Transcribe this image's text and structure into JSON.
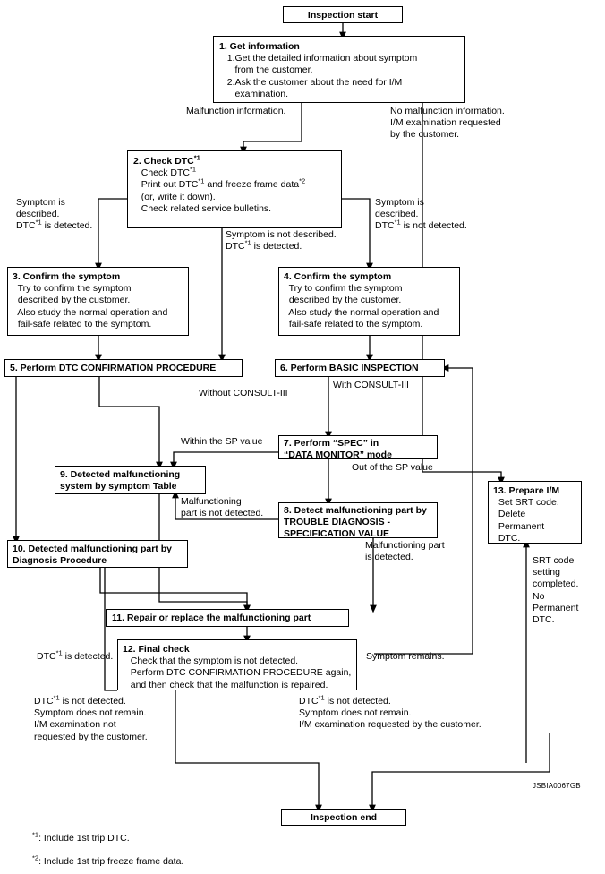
{
  "diagram": {
    "figure_code": "JSBIA0067GB",
    "boxes": {
      "start": {
        "title": "Inspection start"
      },
      "b1": {
        "title": "1. Get information",
        "body": "   1.Get the detailed information about symptom\n      from the customer.\n   2.Ask the customer about the need for I/M\n      examination."
      },
      "b2": {
        "title": "2. Check DTC*1",
        "body": "   Check DTC*1\n   Print out DTC*1 and freeze frame data*2\n   (or, write it down).\n   Check related service bulletins."
      },
      "b3": {
        "title": "3. Confirm the symptom",
        "body": "  Try to confirm the symptom\n  described by the customer.\n  Also study the normal operation and\n  fail-safe related to the symptom."
      },
      "b4": {
        "title": "4. Confirm the symptom",
        "body": "  Try to confirm the symptom\n  described by the customer.\n  Also study the normal operation and\n  fail-safe related to the symptom."
      },
      "b5": {
        "title": "5. Perform DTC CONFIRMATION PROCEDURE"
      },
      "b6": {
        "title": "6. Perform BASIC INSPECTION"
      },
      "b7": {
        "title": "7. Perform “SPEC” in",
        "line2": "    “DATA MONITOR” mode"
      },
      "b8": {
        "title": "8. Detect malfunctioning part by",
        "line2": "   TROUBLE DIAGNOSIS -",
        "line3": "   SPECIFICATION VALUE"
      },
      "b9": {
        "title": "9. Detected malfunctioning",
        "line2": "    system by symptom Table"
      },
      "b10": {
        "title": "10. Detected malfunctioning part by",
        "line2": "      Diagnosis Procedure"
      },
      "b11": {
        "title": "11. Repair or replace the malfunctioning part"
      },
      "b12": {
        "title": "12. Final check",
        "body": "   Check that the symptom is not detected.\n   Perform DTC CONFIRMATION PROCEDURE again,\n   and then check that the malfunction is repaired."
      },
      "b13": {
        "title": "13. Prepare I/M",
        "body": "  Set SRT code.\n  Delete\n  Permanent\n  DTC."
      },
      "end": {
        "title": "Inspection end"
      }
    },
    "edge_labels": {
      "malfunction_info": "Malfunction information.",
      "no_malfunction": "No malfunction information.\nI/M examination requested\nby the customer.",
      "symptom_described_detected": "Symptom is\ndescribed.\nDTC*1 is detected.",
      "symptom_not_described": "Symptom is not described.\nDTC*1 is detected.",
      "symptom_described_not_detected": "Symptom is\ndescribed.\nDTC*1 is not detected.",
      "without_consult": "Without CONSULT-III",
      "with_consult": "With CONSULT-III",
      "within_sp": "Within the SP value",
      "out_of_sp": "Out of the SP value",
      "part_not_detected": "Malfunctioning\npart is not detected.",
      "part_detected": "Malfunctioning part\nis detected.",
      "srt_completed": "SRT code\nsetting\ncompleted.\nNo\nPermanent\nDTC.",
      "dtc_detected": "DTC*1 is detected.",
      "symptom_remains": "Symptom remains.",
      "end_left": "DTC*1 is not detected.\nSymptom does not remain.\nI/M examination not\nrequested by the customer.",
      "end_right": "DTC*1 is not detected.\nSymptom does not remain.\nI/M examination requested by the customer."
    },
    "footnotes": [
      "*1: Include 1st trip DTC.",
      "*2: Include 1st trip freeze frame data."
    ]
  }
}
